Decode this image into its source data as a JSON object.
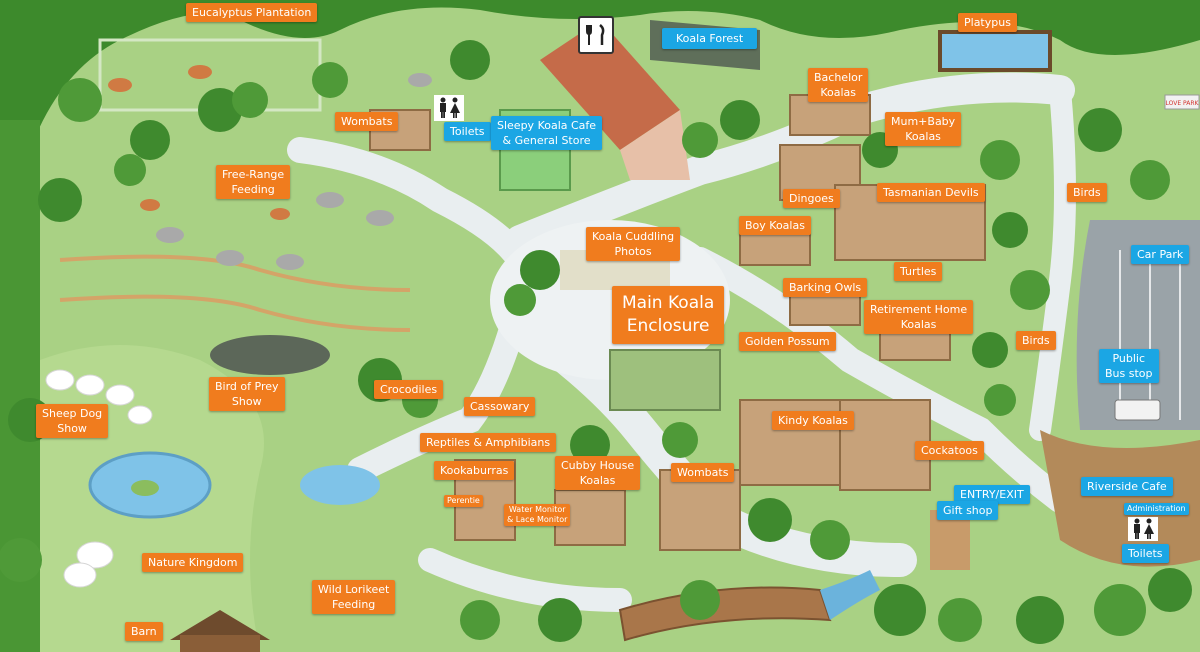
{
  "colors": {
    "label_orange": "#f07c1e",
    "label_blue": "#1ba6e4",
    "grass": "#a9d184",
    "path": "#e9eef0",
    "water": "#7fc3e8",
    "tree_dark": "#2f6f22"
  },
  "labels": {
    "eucalyptus_plantation": "Eucalyptus Plantation",
    "platypus": "Platypus",
    "koala_forest": "Koala Forest",
    "bachelor_koalas": "Bachelor\nKoalas",
    "mum_baby_koalas": "Mum+Baby\nKoalas",
    "wombats_top": "Wombats",
    "toilets_top": "Toilets",
    "sleepy_koala_cafe": "Sleepy Koala Cafe\n& General Store",
    "free_range_feeding": "Free-Range\nFeeding",
    "dingoes": "Dingoes",
    "tasmanian_devils": "Tasmanian Devils",
    "birds_right_top": "Birds",
    "boy_koalas": "Boy Koalas",
    "koala_cuddling_photos": "Koala Cuddling\nPhotos",
    "turtles": "Turtles",
    "car_park": "Car Park",
    "barking_owls": "Barking Owls",
    "retirement_home_koalas": "Retirement Home\nKoalas",
    "main_koala_enclosure": "Main Koala\nEnclosure",
    "golden_possum": "Golden Possum",
    "birds_right_mid": "Birds",
    "public_bus_stop": "Public\nBus stop",
    "bird_of_prey_show": "Bird of Prey\nShow",
    "crocodiles": "Crocodiles",
    "sheep_dog_show": "Sheep Dog\nShow",
    "cassowary": "Cassowary",
    "kindy_koalas": "Kindy Koalas",
    "reptiles_amphibians": "Reptiles & Amphibians",
    "cockatoos": "Cockatoos",
    "kookaburras": "Kookaburras",
    "cubby_house_koalas": "Cubby House\nKoalas",
    "wombats_mid": "Wombats",
    "entry_exit": "ENTRY/EXIT",
    "riverside_cafe": "Riverside Cafe",
    "perentie": "Perentie",
    "water_monitor": "Water Monitor\n& Lace Monitor",
    "gift_shop": "Gift shop",
    "administration": "Administration",
    "toilets_bottom": "Toilets",
    "nature_kingdom": "Nature Kingdom",
    "wild_lorikeet_feeding": "Wild Lorikeet\nFeeding",
    "barn": "Barn"
  },
  "icons": {
    "restaurant": "fork-knife-icon",
    "toilets": "toilet-people-icon"
  },
  "signage": {
    "love_park": "LOVE PARK"
  }
}
